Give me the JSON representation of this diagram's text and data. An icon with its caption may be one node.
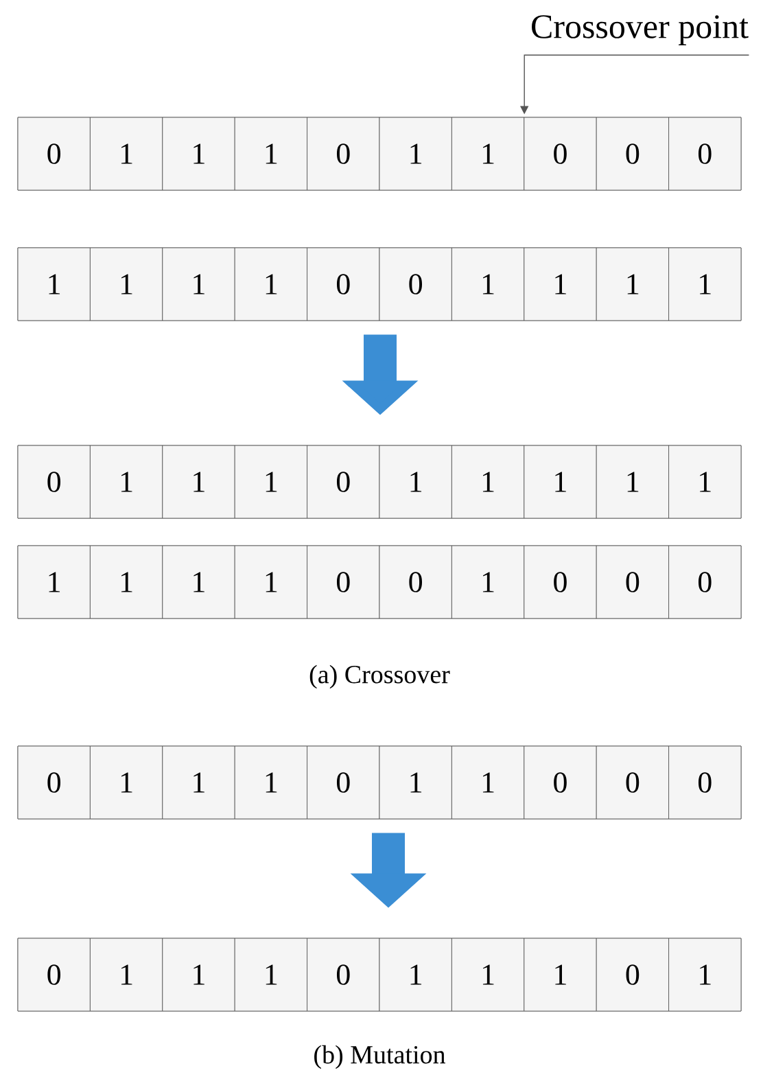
{
  "diagram": {
    "nodes": [
      {
        "text": [
          "Crossover point"
        ]
      },
      {
        "text": [],
        "shape": "bar"
      },
      {
        "text": [
          "0"
        ],
        "in": 1
      },
      {
        "text": [
          "1"
        ],
        "in": 1
      },
      {
        "text": [
          "1"
        ],
        "in": 1
      },
      {
        "text": [
          "1"
        ],
        "in": 1
      },
      {
        "text": [
          "0"
        ],
        "in": 1
      },
      {
        "text": [
          "1"
        ],
        "in": 1
      },
      {
        "text": [
          "1"
        ],
        "in": 1
      },
      {
        "text": [
          "0"
        ],
        "in": 1
      },
      {
        "text": [
          "0"
        ],
        "in": 1
      },
      {
        "text": [
          "0"
        ],
        "in": 1
      },
      {
        "text": [],
        "shape": "bar"
      },
      {
        "text": [
          "1"
        ],
        "in": 12
      },
      {
        "text": [
          "1"
        ],
        "in": 12
      },
      {
        "text": [
          "1"
        ],
        "in": 12
      },
      {
        "text": [
          "1"
        ],
        "in": 12
      },
      {
        "text": [
          "0"
        ],
        "in": 12
      },
      {
        "text": [
          "0"
        ],
        "in": 12
      },
      {
        "text": [
          "1"
        ],
        "in": 12
      },
      {
        "text": [
          "1"
        ],
        "in": 12
      },
      {
        "text": [
          "1"
        ],
        "in": 12
      },
      {
        "text": [
          "1"
        ],
        "in": 12
      },
      {
        "text": [],
        "shape": "bar"
      },
      {
        "text": [
          "0"
        ],
        "in": 23
      },
      {
        "text": [
          "1"
        ],
        "in": 23
      },
      {
        "text": [
          "1"
        ],
        "in": 23
      },
      {
        "text": [
          "1"
        ],
        "in": 23
      },
      {
        "text": [
          "0"
        ],
        "in": 23
      },
      {
        "text": [
          "1"
        ],
        "in": 23
      },
      {
        "text": [
          "1"
        ],
        "in": 23
      },
      {
        "text": [
          "1"
        ],
        "in": 23
      },
      {
        "text": [
          "1"
        ],
        "in": 23
      },
      {
        "text": [
          "1"
        ],
        "in": 23
      },
      {
        "text": [],
        "shape": "bar"
      },
      {
        "text": [
          "1"
        ],
        "in": 34
      },
      {
        "text": [
          "1"
        ],
        "in": 34
      },
      {
        "text": [
          "1"
        ],
        "in": 34
      },
      {
        "text": [
          "1"
        ],
        "in": 34
      },
      {
        "text": [
          "0"
        ],
        "in": 34
      },
      {
        "text": [
          "0"
        ],
        "in": 34
      },
      {
        "text": [
          "1"
        ],
        "in": 34
      },
      {
        "text": [
          "0"
        ],
        "in": 34
      },
      {
        "text": [
          "0"
        ],
        "in": 34
      },
      {
        "text": [
          "0"
        ],
        "in": 34
      },
      {
        "text": [],
        "shape": "bar"
      },
      {
        "text": [
          "0"
        ],
        "in": 45
      },
      {
        "text": [
          "1"
        ],
        "in": 45
      },
      {
        "text": [
          "1"
        ],
        "in": 45
      },
      {
        "text": [
          "1"
        ],
        "in": 45
      },
      {
        "text": [
          "0"
        ],
        "in": 45
      },
      {
        "text": [
          "1"
        ],
        "in": 45
      },
      {
        "text": [
          "1"
        ],
        "in": 45
      },
      {
        "text": [
          "0"
        ],
        "in": 45
      },
      {
        "text": [
          "0"
        ],
        "in": 45
      },
      {
        "text": [
          "0"
        ],
        "in": 45
      },
      {
        "text": [],
        "shape": "bar"
      },
      {
        "text": [
          "0"
        ],
        "in": 56
      },
      {
        "text": [
          "1"
        ],
        "in": 56
      },
      {
        "text": [
          "1"
        ],
        "in": 56
      },
      {
        "text": [
          "1"
        ],
        "in": 56
      },
      {
        "text": [
          "0"
        ],
        "in": 56
      },
      {
        "text": [
          "1"
        ],
        "in": 56
      },
      {
        "text": [
          "1"
        ],
        "in": 56
      },
      {
        "text": [
          "1"
        ],
        "in": 56
      },
      {
        "text": [
          "0"
        ],
        "in": 56
      },
      {
        "text": [
          "1"
        ],
        "in": 56
      }
    ],
    "edges": [
      {
        "from": 0,
        "to": 8,
        "arrow": "to",
        "color": "#555555"
      },
      {
        "from": 12,
        "to": 23,
        "arrow": "to"
      },
      {
        "from": 45,
        "to": 56,
        "arrow": "to"
      }
    ],
    "labels": [
      "(a) Crossover",
      "(b) Mutation"
    ]
  }
}
